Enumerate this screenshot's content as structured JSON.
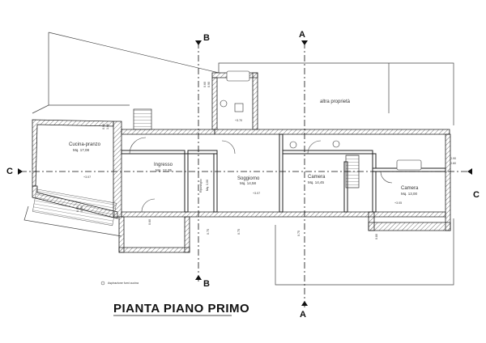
{
  "title": "PIANTA PIANO PRIMO",
  "neighbor_label": "altra proprietà",
  "rooms": [
    {
      "name": "Cucina-pranzo",
      "area": "Mq. 17,08",
      "level": "+3.07"
    },
    {
      "name": "Ingresso",
      "area": "Mq. 12,35"
    },
    {
      "name": "Ripostiglio",
      "area": "Mq. 3,00"
    },
    {
      "name": "Soggiorno",
      "area": "Mq. 14,58",
      "level": "+3.07"
    },
    {
      "name": "Camera",
      "area": "Mq. 14,45"
    },
    {
      "name": "Camera",
      "area": "Mq. 13,00",
      "level": "+3.05"
    }
  ],
  "bath_level": "+3.70",
  "aspiration_note": "Aspirazione fumi cucina",
  "section_markers": [
    "A",
    "A",
    "B",
    "B",
    "C",
    "C"
  ],
  "dimension_labels": [
    "0.60",
    "0.90",
    "0.90",
    "1.00",
    "0.90",
    "0.90",
    "0.60",
    "0.75",
    "0.75",
    "0.75",
    "0.80",
    "0.90",
    "0.60"
  ]
}
